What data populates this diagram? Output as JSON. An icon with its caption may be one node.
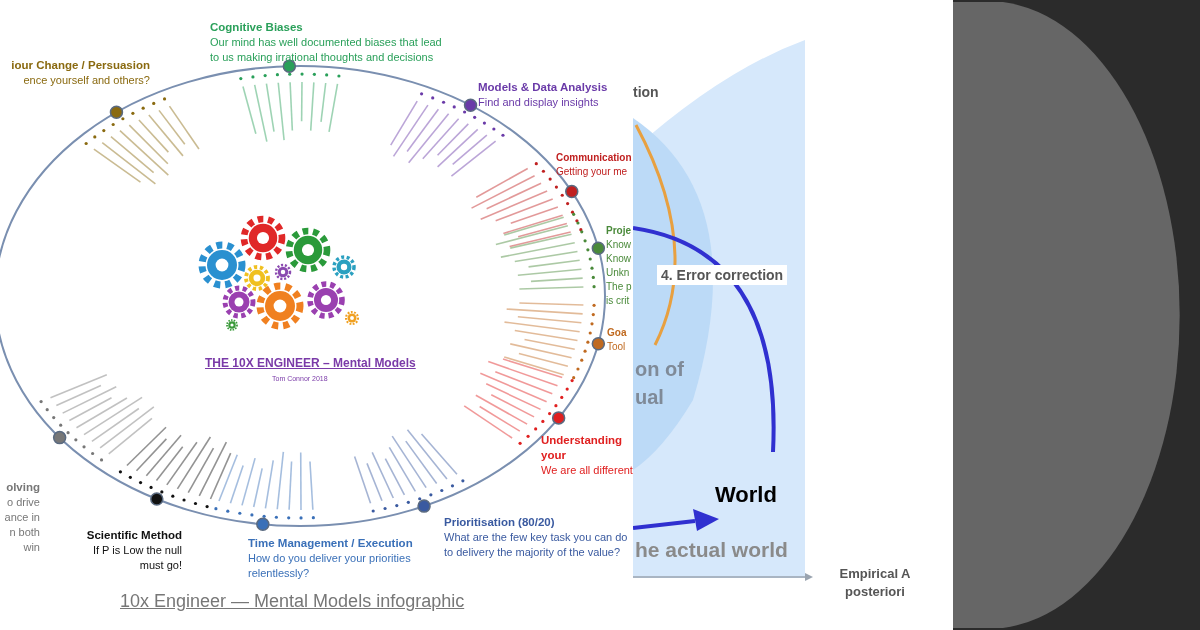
{
  "diagram": {
    "caption": "10x Engineer — Mental Models infographic",
    "nodes": [
      {
        "text": [
          "iour Change / Persuasion",
          "ence yourself and others?"
        ]
      },
      {
        "text": [
          "Cognitive Biases",
          "Our mind has well documented biases that lead to us making irrational thoughts and decisions"
        ]
      },
      {
        "text": [
          "Models & Data Analysis",
          "Find and display insights"
        ]
      },
      {
        "text": [
          "Communication",
          "Getting your me"
        ]
      },
      {
        "text": [
          "Proje",
          "Know Know Unkn The p is crit"
        ]
      },
      {
        "text": [
          "Goa",
          "Tool"
        ]
      },
      {
        "text": [
          "Understanding your",
          "We are all different"
        ]
      },
      {
        "text": [
          "Prioritisation (80/20)",
          "What are the few key task you can do to delivery the majority of the value?"
        ]
      },
      {
        "text": [
          "Time Management / Execution",
          "How do you deliver your priorities relentlessly?"
        ]
      },
      {
        "text": [
          "Scientific Method",
          "If P is Low the null must go!"
        ]
      },
      {
        "text": [
          "olving",
          "o drive ance in n both win"
        ]
      },
      {
        "text": [],
        "shape": "circle"
      }
    ],
    "labels": [
      "THE 10X ENGINEER – Mental Models",
      "Tom Connor 2018",
      "tion",
      "4. Error correction",
      "on of",
      "ual",
      "World",
      "he actual world",
      "Empirical A posteriori"
    ]
  }
}
